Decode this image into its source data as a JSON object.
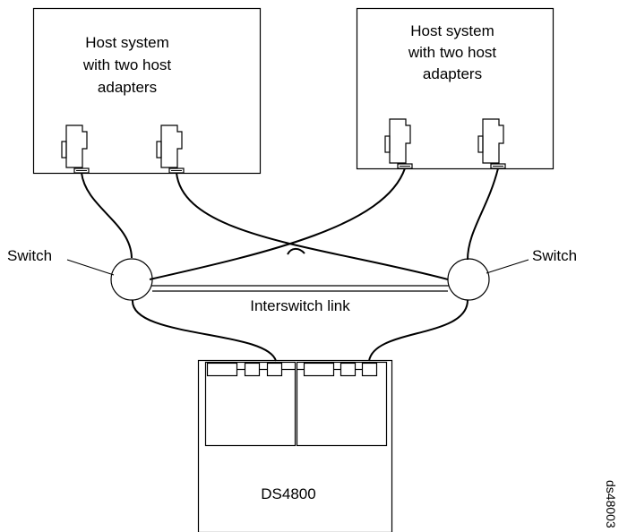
{
  "hosts": [
    {
      "label_lines": [
        "Host system",
        "with two host",
        "adapters"
      ]
    },
    {
      "label_lines": [
        "Host system",
        "with two host",
        "adapters"
      ]
    }
  ],
  "switches": [
    {
      "label": "Switch"
    },
    {
      "label": "Switch"
    }
  ],
  "interswitch_link": {
    "label": "Interswitch link"
  },
  "storage": {
    "label": "DS4800"
  },
  "figure_id": "ds48003"
}
